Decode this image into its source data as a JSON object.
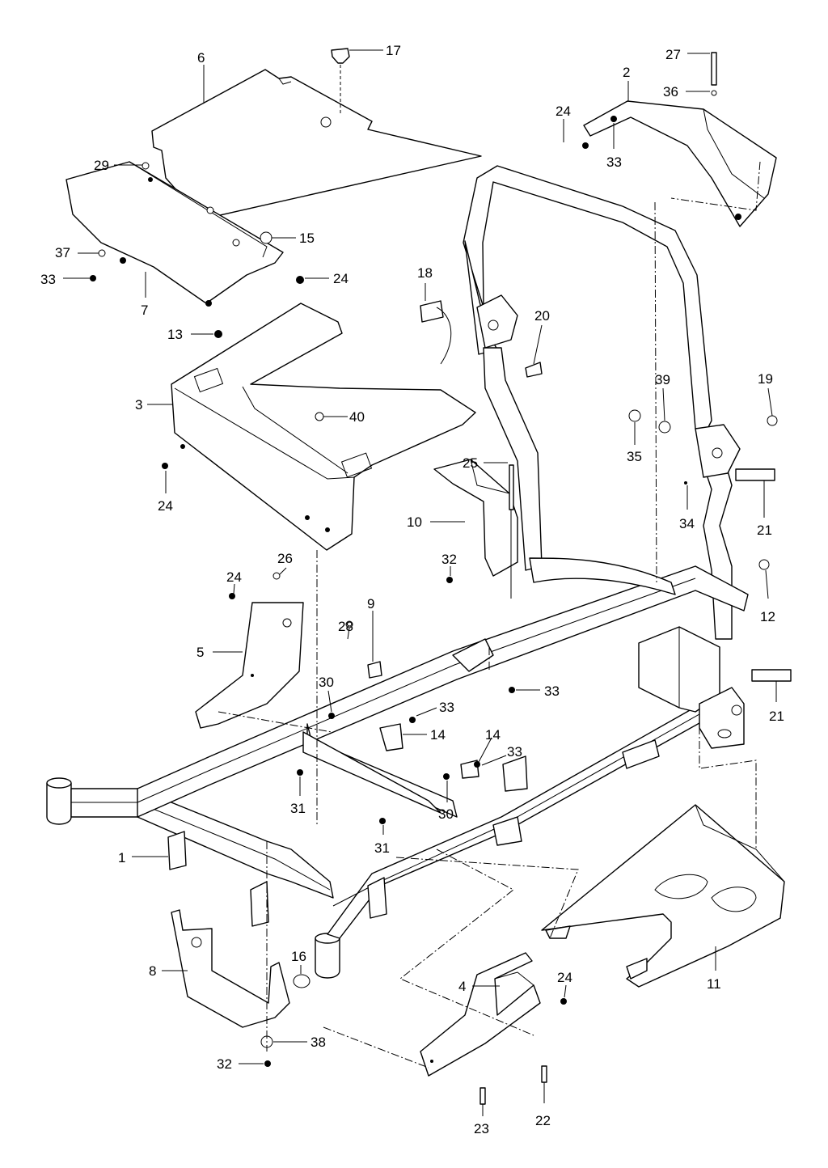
{
  "callouts": [
    {
      "id": "c6",
      "text": "6"
    },
    {
      "id": "c17",
      "text": "17"
    },
    {
      "id": "c2",
      "text": "2"
    },
    {
      "id": "c27",
      "text": "27"
    },
    {
      "id": "c36",
      "text": "36"
    },
    {
      "id": "c24a",
      "text": "24"
    },
    {
      "id": "c33a",
      "text": "33"
    },
    {
      "id": "c29",
      "text": "29"
    },
    {
      "id": "c15",
      "text": "15"
    },
    {
      "id": "c37",
      "text": "37"
    },
    {
      "id": "c33b",
      "text": "33"
    },
    {
      "id": "c7",
      "text": "7"
    },
    {
      "id": "c24b",
      "text": "24"
    },
    {
      "id": "c18",
      "text": "18"
    },
    {
      "id": "c20",
      "text": "20"
    },
    {
      "id": "c13",
      "text": "13"
    },
    {
      "id": "c3",
      "text": "3"
    },
    {
      "id": "c40",
      "text": "40"
    },
    {
      "id": "c39",
      "text": "39"
    },
    {
      "id": "c19",
      "text": "19"
    },
    {
      "id": "c35",
      "text": "35"
    },
    {
      "id": "c24c",
      "text": "24"
    },
    {
      "id": "c25",
      "text": "25"
    },
    {
      "id": "c10",
      "text": "10"
    },
    {
      "id": "c34",
      "text": "34"
    },
    {
      "id": "c21a",
      "text": "21"
    },
    {
      "id": "c26",
      "text": "26"
    },
    {
      "id": "c24d",
      "text": "24"
    },
    {
      "id": "c32a",
      "text": "32"
    },
    {
      "id": "c12",
      "text": "12"
    },
    {
      "id": "c9",
      "text": "9"
    },
    {
      "id": "c28",
      "text": "28"
    },
    {
      "id": "c5",
      "text": "5"
    },
    {
      "id": "c30a",
      "text": "30"
    },
    {
      "id": "c33c",
      "text": "33"
    },
    {
      "id": "c33d",
      "text": "33"
    },
    {
      "id": "c21b",
      "text": "21"
    },
    {
      "id": "c14a",
      "text": "14"
    },
    {
      "id": "c14b",
      "text": "14"
    },
    {
      "id": "c33e",
      "text": "33"
    },
    {
      "id": "c31a",
      "text": "31"
    },
    {
      "id": "c30b",
      "text": "30"
    },
    {
      "id": "c31b",
      "text": "31"
    },
    {
      "id": "c1",
      "text": "1"
    },
    {
      "id": "c16",
      "text": "16"
    },
    {
      "id": "c8",
      "text": "8"
    },
    {
      "id": "c24e",
      "text": "24"
    },
    {
      "id": "c4",
      "text": "4"
    },
    {
      "id": "c11",
      "text": "11"
    },
    {
      "id": "c38",
      "text": "38"
    },
    {
      "id": "c32b",
      "text": "32"
    },
    {
      "id": "c23",
      "text": "23"
    },
    {
      "id": "c22",
      "text": "22"
    }
  ]
}
